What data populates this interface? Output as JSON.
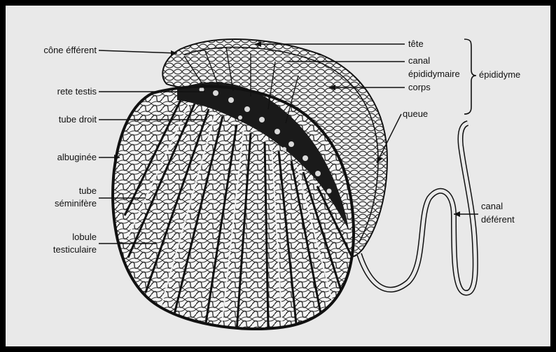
{
  "labels": {
    "cone_efferent": "cône éfférent",
    "rete_testis": "rete testis",
    "tube_droit": "tube droit",
    "albuginee": "albuginée",
    "tube_seminifere_1": "tube",
    "tube_seminifere_2": "séminifère",
    "lobule_1": "lobule",
    "lobule_2": "testiculaire",
    "tete": "tête",
    "canal_epi_1": "canal",
    "canal_epi_2": "épididymaire",
    "corps": "corps",
    "epididyme": "épididyme",
    "queue": "queue",
    "canal_deferent_1": "canal",
    "canal_deferent_2": "déférent"
  },
  "colors": {
    "background": "#e9e9e9",
    "border": "#000000",
    "ink": "#111111"
  }
}
